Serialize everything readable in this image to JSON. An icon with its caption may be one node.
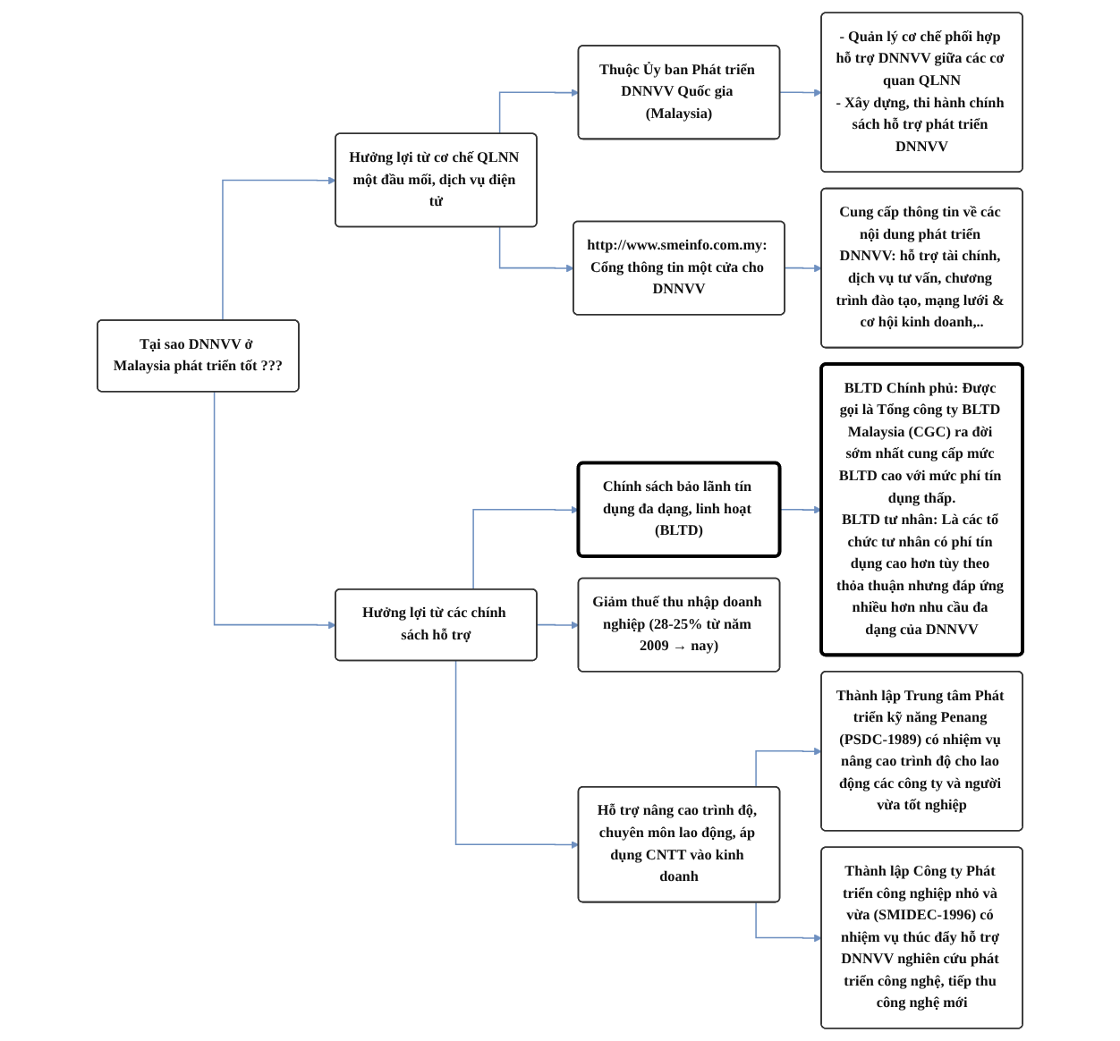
{
  "diagram": {
    "nodes": [
      {
        "text": [
          "Tại sao DNNVV ở Malaysia phát triển tốt ???"
        ]
      },
      {
        "text": [
          "Hưởng lợi từ cơ chế QLNN một đầu mối, dịch vụ điện tử"
        ]
      },
      {
        "text": [
          "Thuộc Ủy ban Phát triển DNNVV Quốc gia (Malaysia)"
        ]
      },
      {
        "text": [
          "- Quản lý cơ chế phối hợp hỗ trợ DNNVV giữa các cơ quan QLNN",
          "- Xây dựng, thi hành chính sách hỗ trợ phát triển DNNVV"
        ]
      },
      {
        "text": [
          "http://www.smeinfo.com.my: Cổng thông tin một cửa cho DNNVV"
        ]
      },
      {
        "text": [
          "Cung cấp thông tin về các nội dung phát triển DNNVV: hỗ trợ tài chính, dịch vụ tư vấn, chương trình đào tạo, mạng lưới & cơ hội kinh doanh,.."
        ]
      },
      {
        "text": [
          "Hưởng lợi từ các chính sách hỗ trợ"
        ]
      },
      {
        "text": [
          "Chính sách bảo lãnh tín dụng đa dạng, linh hoạt (BLTD)"
        ]
      },
      {
        "text": [
          "BLTD Chính phủ: Được gọi là Tổng công ty BLTD Malaysia (CGC) ra đời sớm nhất cung cấp mức BLTD cao với mức phí tín dụng thấp.",
          "BLTD tư nhân: Là các tổ chức tư nhân có phí tín dụng cao hơn tùy theo thỏa thuận nhưng đáp ứng nhiều hơn nhu cầu đa dạng của DNNVV"
        ]
      },
      {
        "text": [
          "Giảm thuế thu nhập doanh nghiệp (28-25% từ năm 2009 → nay)"
        ]
      },
      {
        "text": [
          "Hỗ trợ nâng cao trình độ, chuyên môn lao động, áp dụng CNTT vào kinh doanh"
        ]
      },
      {
        "text": [
          "Thành lập Trung tâm Phát triển kỹ năng Penang (PSDC-1989) có nhiệm vụ nâng cao trình độ cho lao động các công ty và người vừa tốt nghiệp"
        ]
      },
      {
        "text": [
          "Thành lập Công ty Phát triển công nghiệp nhỏ và vừa (SMIDEC-1996) có nhiệm vụ thúc đẩy hỗ trợ DNNVV nghiên cứu phát triển công nghệ, tiếp thu công nghệ mới"
        ]
      }
    ],
    "edges": [
      {
        "from": 0,
        "to": 1,
        "arrow": "to"
      },
      {
        "from": 0,
        "to": 6,
        "arrow": "to"
      },
      {
        "from": 1,
        "to": 2,
        "arrow": "to"
      },
      {
        "from": 1,
        "to": 4,
        "arrow": "to"
      },
      {
        "from": 2,
        "to": 3,
        "arrow": "to"
      },
      {
        "from": 4,
        "to": 5,
        "arrow": "to"
      },
      {
        "from": 6,
        "to": 7,
        "arrow": "to"
      },
      {
        "from": 6,
        "to": 9,
        "arrow": "to"
      },
      {
        "from": 6,
        "to": 10,
        "arrow": "to"
      },
      {
        "from": 7,
        "to": 8,
        "arrow": "to"
      },
      {
        "from": 10,
        "to": 11,
        "arrow": "to"
      },
      {
        "from": 10,
        "to": 12,
        "arrow": "to"
      }
    ]
  }
}
